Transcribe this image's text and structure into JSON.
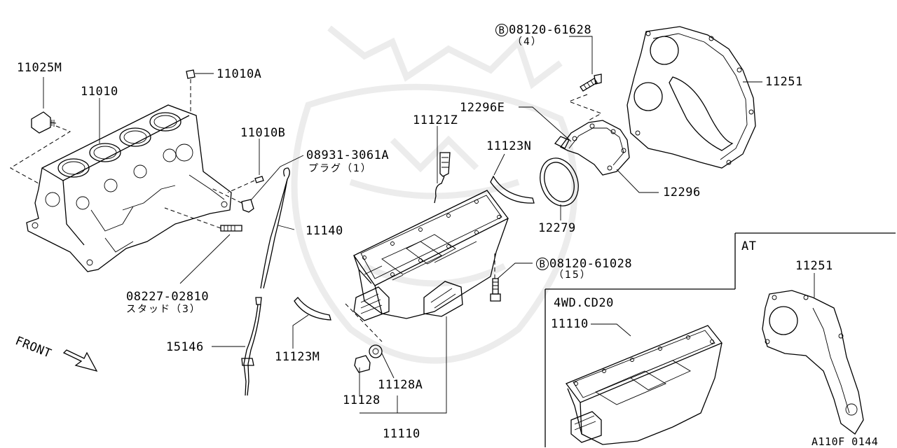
{
  "labels": {
    "p11025M": "11025M",
    "p11010": "11010",
    "p11010A": "11010A",
    "p11010B": "11010B",
    "p08931": "08931-3061A",
    "p08931_sub": "プラグ（1）",
    "p08227": "08227-02810",
    "p08227_sub": "スタッド（3）",
    "p11140": "11140",
    "p15146": "15146",
    "p11121Z": "11121Z",
    "p11123N": "11123N",
    "p11123M": "11123M",
    "p11128": "11128",
    "p11128A": "11128A",
    "p11110_main": "11110",
    "p12296E": "12296E",
    "p12296": "12296",
    "p12279": "12279",
    "p08120_61628": "08120-61628",
    "p08120_61628_qty": "（4）",
    "p08120_61028": "08120-61028",
    "p08120_61028_qty": "（15）",
    "p11251_top": "11251",
    "p11110_4wd": "11110",
    "p11251_at": "11251",
    "bolt_marker_1": "B",
    "bolt_marker_2": "B",
    "front": "FRONT",
    "inset_4wd_title": "4WD.CD20",
    "inset_at_title": "AT",
    "figure_code": "A110F 0144"
  }
}
